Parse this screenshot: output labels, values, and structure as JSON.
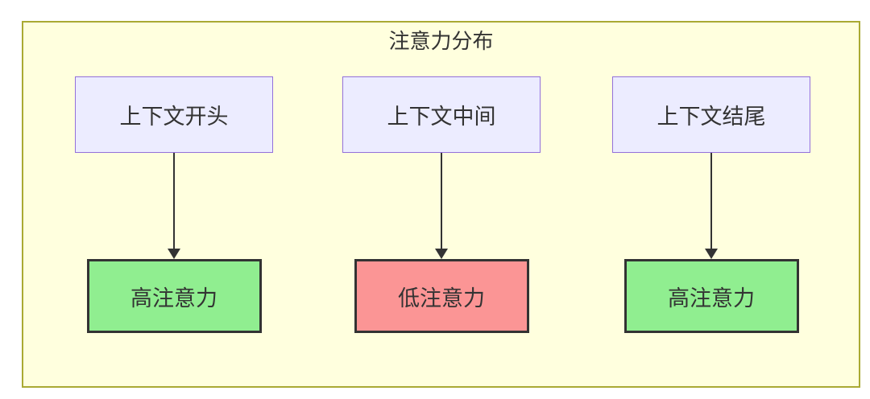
{
  "diagram": {
    "title": "注意力分布",
    "colors": {
      "cluster_background": "#FFFFDE",
      "cluster_border": "#AAAA33",
      "context_node_background": "#ECECFF",
      "context_node_border": "#9370DB",
      "high_attention_fill": "#90EE90",
      "low_attention_fill": "#FB9595",
      "emphasis_border": "#333333",
      "arrow_color": "#333333",
      "text_color": "#333333"
    },
    "columns": [
      {
        "top": {
          "label": "上下文开头"
        },
        "bottom": {
          "label": "高注意力",
          "fill": "#90EE90"
        }
      },
      {
        "top": {
          "label": "上下文中间"
        },
        "bottom": {
          "label": "低注意力",
          "fill": "#FB9595"
        }
      },
      {
        "top": {
          "label": "上下文结尾"
        },
        "bottom": {
          "label": "高注意力",
          "fill": "#90EE90"
        }
      }
    ]
  }
}
